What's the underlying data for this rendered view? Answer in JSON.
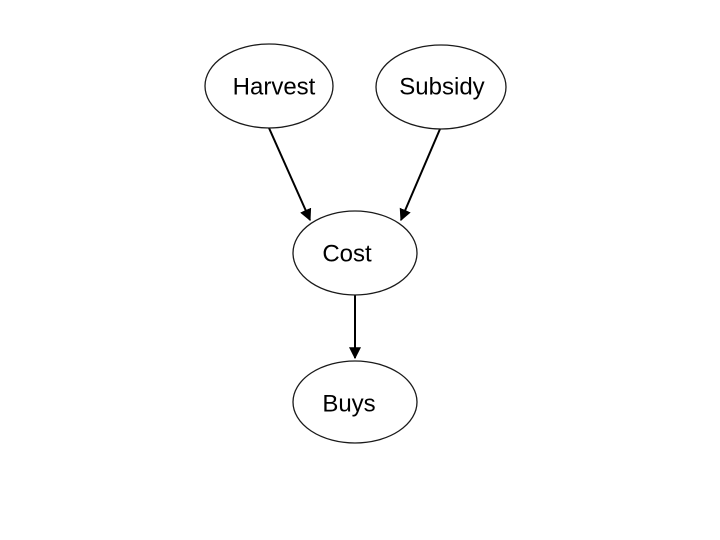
{
  "diagram": {
    "nodes": {
      "harvest": {
        "label": "Harvest"
      },
      "subsidy": {
        "label": "Subsidy"
      },
      "cost": {
        "label": "Cost"
      },
      "buys": {
        "label": "Buys"
      }
    },
    "edges": [
      {
        "from": "harvest",
        "to": "cost"
      },
      {
        "from": "subsidy",
        "to": "cost"
      },
      {
        "from": "cost",
        "to": "buys"
      }
    ]
  }
}
